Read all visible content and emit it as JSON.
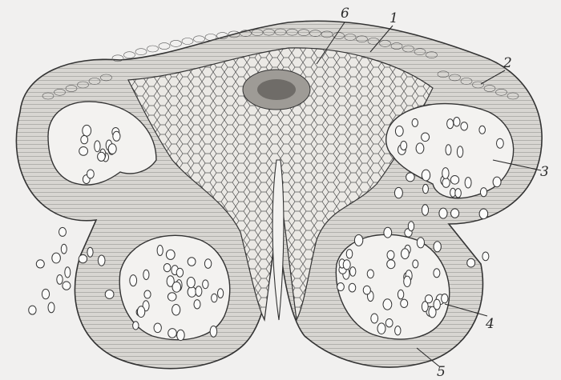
{
  "figure": {
    "labels": [
      {
        "id": "1",
        "text": "1"
      },
      {
        "id": "2",
        "text": "2"
      },
      {
        "id": "3",
        "text": "3"
      },
      {
        "id": "4",
        "text": "4"
      },
      {
        "id": "5",
        "text": "5"
      },
      {
        "id": "6",
        "text": "6"
      }
    ]
  }
}
